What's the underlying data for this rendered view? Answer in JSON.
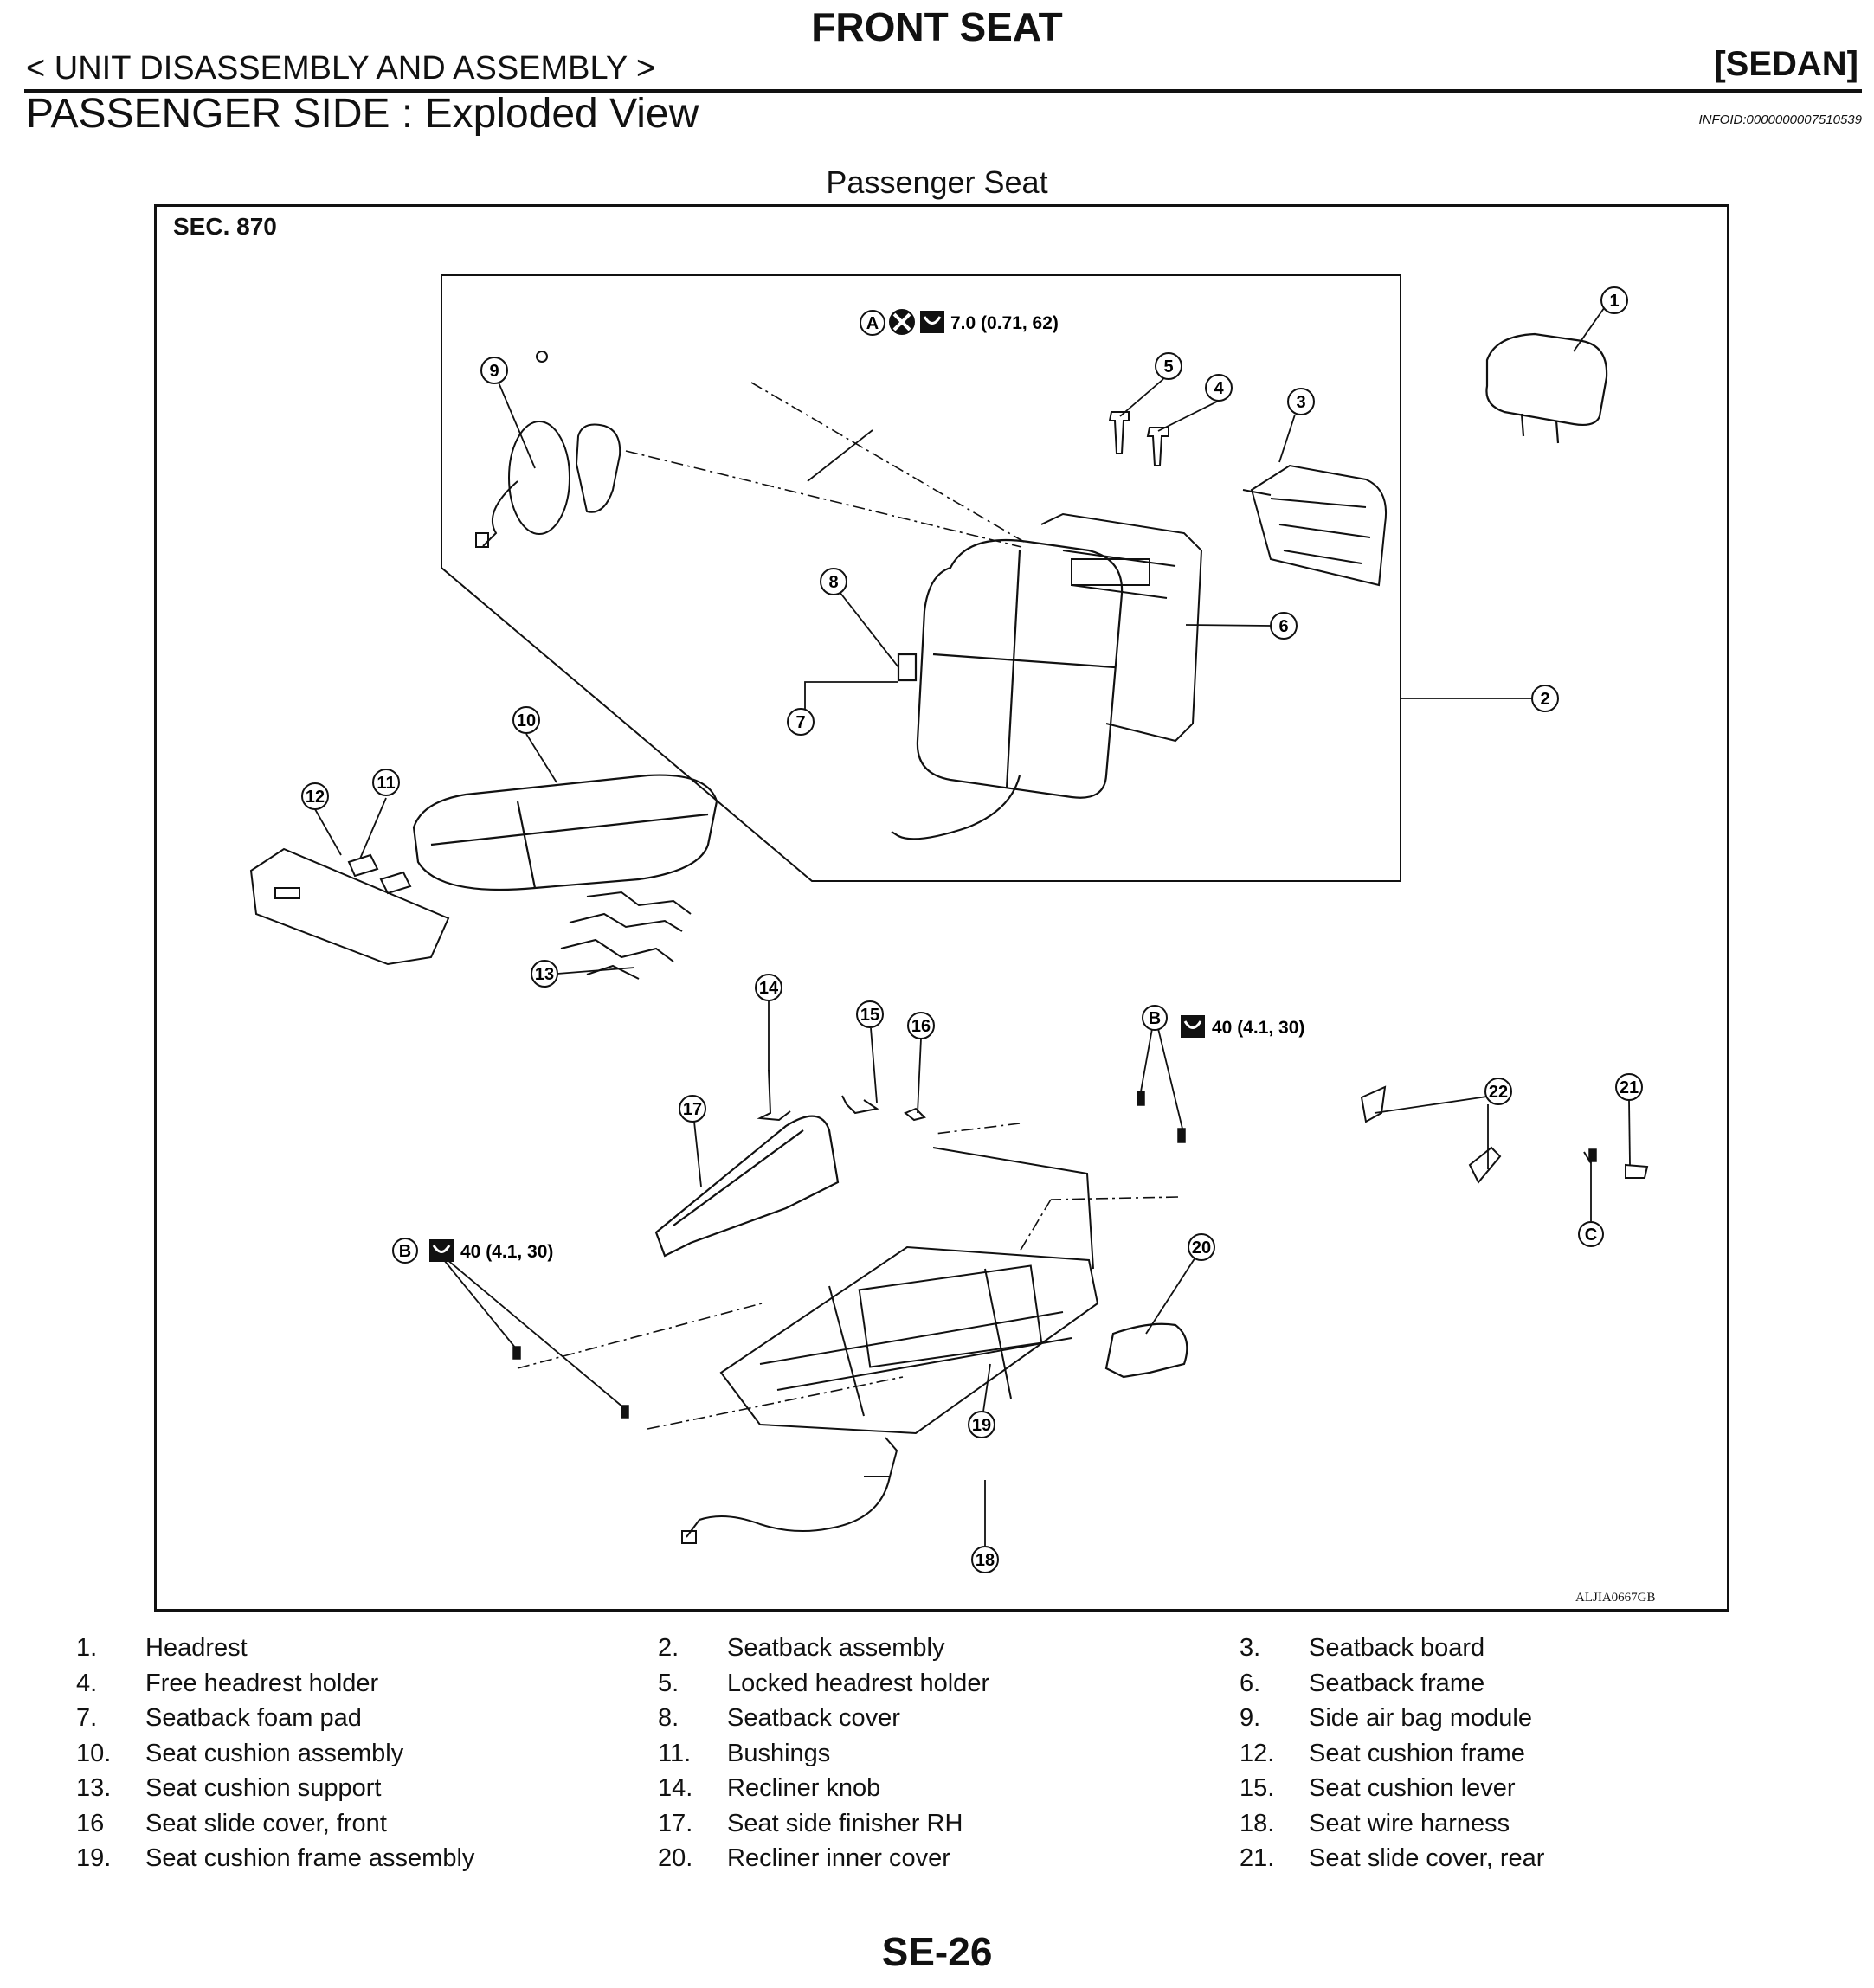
{
  "header": {
    "title": "FRONT SEAT",
    "breadcrumb": "< UNIT DISASSEMBLY AND ASSEMBLY >",
    "model": "[SEDAN]",
    "section_title": "PASSENGER SIDE : Exploded View",
    "info_id": "INFOID:0000000007510539"
  },
  "figure": {
    "caption": "Passenger Seat",
    "section": "SEC. 870",
    "reference": "ALJIA0667GB",
    "torque_a": "7.0 (0.71, 62)",
    "torque_b_right": "40 (4.1, 30)",
    "torque_b_left": "40 (4.1, 30)",
    "callout_letters": [
      "A",
      "B",
      "C"
    ],
    "callouts": [
      "1",
      "2",
      "3",
      "4",
      "5",
      "6",
      "7",
      "8",
      "9",
      "10",
      "11",
      "12",
      "13",
      "14",
      "15",
      "16",
      "17",
      "18",
      "19",
      "20",
      "21",
      "22"
    ],
    "icons": [
      "do-not-reuse-icon",
      "torque-wrench-icon"
    ]
  },
  "legend": [
    {
      "num": "1.",
      "text": "Headrest"
    },
    {
      "num": "2.",
      "text": "Seatback assembly"
    },
    {
      "num": "3.",
      "text": "Seatback board"
    },
    {
      "num": "4.",
      "text": "Free headrest holder"
    },
    {
      "num": "5.",
      "text": "Locked headrest holder"
    },
    {
      "num": "6.",
      "text": "Seatback frame"
    },
    {
      "num": "7.",
      "text": "Seatback foam pad"
    },
    {
      "num": "8.",
      "text": "Seatback cover"
    },
    {
      "num": "9.",
      "text": "Side air bag module"
    },
    {
      "num": "10.",
      "text": "Seat cushion assembly"
    },
    {
      "num": "11.",
      "text": "Bushings"
    },
    {
      "num": "12.",
      "text": "Seat cushion frame"
    },
    {
      "num": "13.",
      "text": "Seat cushion support"
    },
    {
      "num": "14.",
      "text": "Recliner knob"
    },
    {
      "num": "15.",
      "text": "Seat cushion lever"
    },
    {
      "num": "16",
      "text": "Seat slide cover, front"
    },
    {
      "num": "17.",
      "text": "Seat side finisher RH"
    },
    {
      "num": "18.",
      "text": "Seat wire harness"
    },
    {
      "num": "19.",
      "text": "Seat cushion frame assembly"
    },
    {
      "num": "20.",
      "text": "Recliner inner cover"
    },
    {
      "num": "21.",
      "text": "Seat slide cover, rear"
    }
  ],
  "footer": {
    "page": "SE-26"
  }
}
